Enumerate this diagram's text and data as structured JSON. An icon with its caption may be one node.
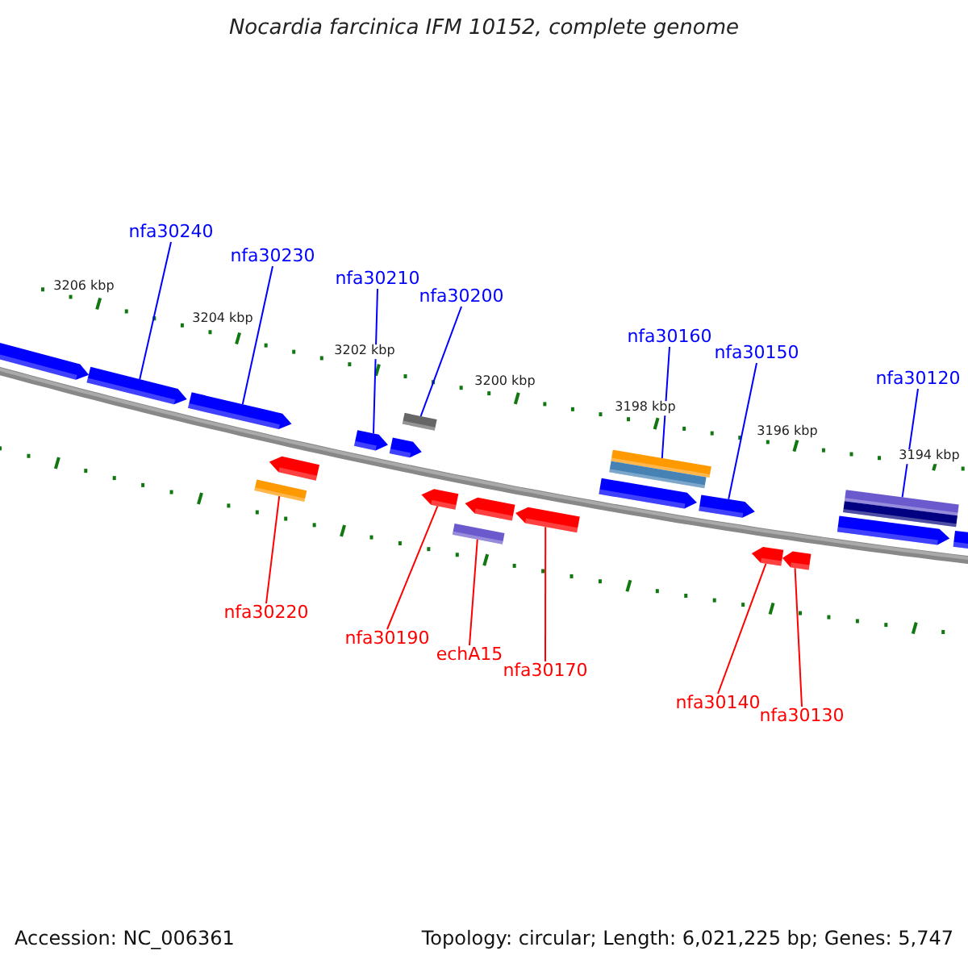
{
  "diagram": {
    "title": "Nocardia farcinica IFM 10152, complete genome",
    "nodes": [
      {
        "text": [
          "nfa30240"
        ]
      },
      {
        "text": [
          "nfa30230"
        ]
      },
      {
        "text": [
          "nfa30210"
        ]
      },
      {
        "text": [
          "nfa30200"
        ]
      },
      {
        "text": [
          "nfa30160"
        ]
      },
      {
        "text": [
          "nfa30150"
        ]
      },
      {
        "text": [
          "nfa30120"
        ]
      },
      {
        "text": [
          "nfa30220"
        ]
      },
      {
        "text": [
          "nfa30190"
        ]
      },
      {
        "text": [
          "echA15"
        ]
      },
      {
        "text": [
          "nfa30170"
        ]
      },
      {
        "text": [
          "nfa30140"
        ]
      },
      {
        "text": [
          "nfa30130"
        ]
      },
      {
        "text": [],
        "shape": "pentagon"
      },
      {
        "text": [],
        "shape": "pentagon"
      },
      {
        "text": [],
        "shape": "pentagon"
      },
      {
        "text": [],
        "shape": "bar"
      },
      {
        "text": [],
        "shape": "pentagon"
      },
      {
        "text": [],
        "shape": "pentagon"
      },
      {
        "text": [],
        "shape": "pentagon"
      },
      {
        "text": [],
        "shape": "bar"
      },
      {
        "text": [],
        "shape": "pentagon"
      },
      {
        "text": [],
        "shape": "bar"
      },
      {
        "text": [],
        "shape": "pentagon"
      },
      {
        "text": [],
        "shape": "pentagon"
      },
      {
        "text": [],
        "shape": "pentagon"
      },
      {
        "text": [],
        "shape": "bar"
      },
      {
        "text": [],
        "shape": "bar"
      },
      {
        "text": [],
        "shape": "pentagon"
      },
      {
        "text": [],
        "shape": "pentagon"
      },
      {
        "text": [],
        "shape": "pentagon"
      },
      {
        "text": [],
        "shape": "pentagon"
      },
      {
        "text": [],
        "shape": "bar"
      },
      {
        "text": [],
        "shape": "bar"
      },
      {
        "text": [],
        "shape": "pentagon"
      }
    ],
    "edges": [
      {
        "from": 0,
        "to": 14,
        "arrow": "none"
      },
      {
        "from": 1,
        "to": 15,
        "arrow": "none"
      },
      {
        "from": 2,
        "to": 18,
        "arrow": "none"
      },
      {
        "from": 3,
        "to": 20,
        "arrow": "none"
      },
      {
        "from": 4,
        "to": 26,
        "arrow": "none"
      },
      {
        "from": 5,
        "to": 28,
        "arrow": "none"
      },
      {
        "from": 6,
        "to": 32,
        "arrow": "none"
      },
      {
        "from": 7,
        "to": 16,
        "arrow": "none",
        "color": "#ff0000"
      },
      {
        "from": 8,
        "to": 21,
        "arrow": "none",
        "color": "#ff0000"
      },
      {
        "from": 9,
        "to": 22,
        "arrow": "none",
        "color": "#ff0000"
      },
      {
        "from": 10,
        "to": 24,
        "arrow": "none",
        "color": "#ff0000"
      },
      {
        "from": 11,
        "to": 29,
        "arrow": "none",
        "color": "#ff0000"
      },
      {
        "from": 12,
        "to": 30,
        "arrow": "none",
        "color": "#ff0000"
      }
    ],
    "labels": [
      "3206 kbp",
      "3204 kbp",
      "3202 kbp",
      "3200 kbp",
      "3198 kbp",
      "3196 kbp",
      "3194 kbp",
      "Accession: NC_006361",
      "Topology: circular; Length: 6,021,225 bp; Genes: 5,747"
    ]
  }
}
